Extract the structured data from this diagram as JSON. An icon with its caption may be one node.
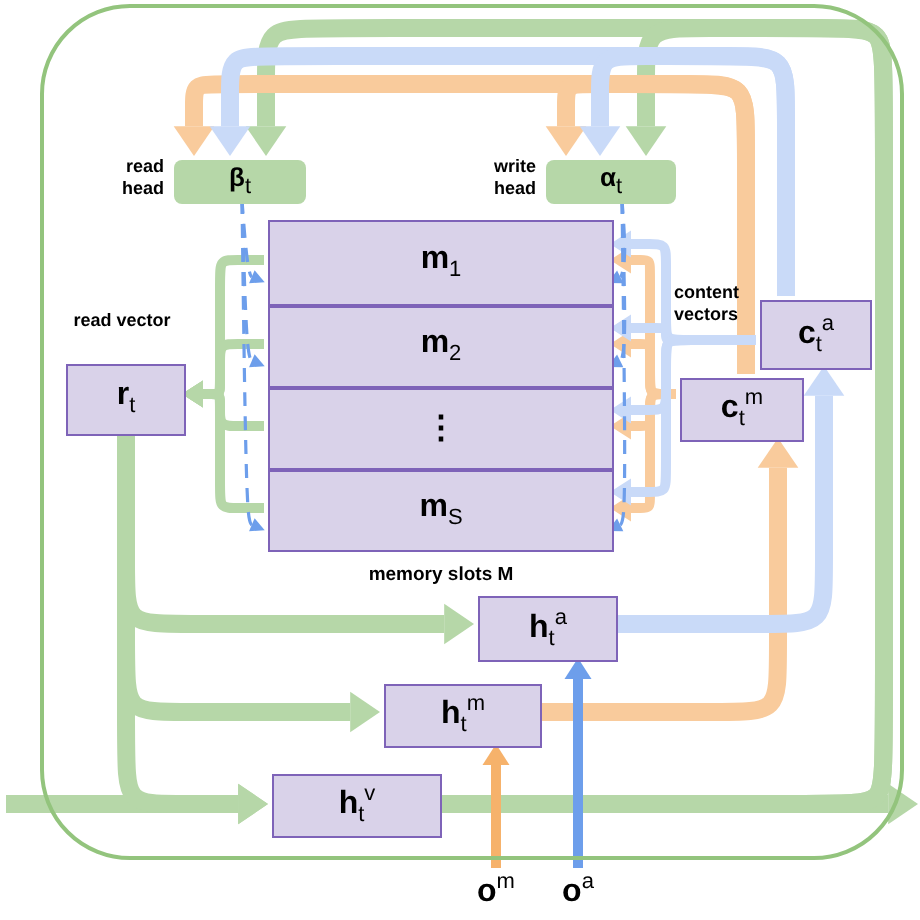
{
  "diagram": {
    "nodes": [
      {
        "text": [],
        "shape": "box"
      },
      {
        "text": [
          "β$_{t}$"
        ],
        "beside": [
          "read head"
        ],
        "in": 0
      },
      {
        "text": [
          "α$_{t}$"
        ],
        "beside": [
          "write head"
        ],
        "in": 0
      },
      {
        "text": [
          "memory slots M"
        ],
        "in": 0
      },
      {
        "text": [
          "m$_{1}$"
        ],
        "in": 3
      },
      {
        "text": [
          "m$_{2}$"
        ],
        "in": 3
      },
      {
        "text": [
          "⋮"
        ],
        "in": 3
      },
      {
        "text": [
          "m$_{S}$"
        ],
        "in": 3
      },
      {
        "text": [
          "r$_{t}$"
        ],
        "beside": [
          "read vector"
        ],
        "in": 0
      },
      {
        "text": [
          "c$_{t}$$^{a}$"
        ],
        "in": 0
      },
      {
        "text": [
          "c$_{t}$$^{m}$"
        ],
        "in": 0
      },
      {
        "text": [
          "h$_{t}$$^{a}$"
        ],
        "in": 0
      },
      {
        "text": [
          "h$_{t}$$^{m}$"
        ],
        "in": 0
      },
      {
        "text": [
          "h$_{t}$$^{v}$"
        ],
        "in": 0
      },
      {
        "text": [
          "o$^{m}$"
        ]
      },
      {
        "text": [
          "o$^{a}$"
        ]
      }
    ],
    "edges": [
      {
        "from": null,
        "to": 13,
        "arrow": "to",
        "style": "thick"
      },
      {
        "from": 13,
        "to": null,
        "arrow": "to",
        "style": "thick"
      },
      {
        "from": 8,
        "to": 11,
        "arrow": "to",
        "style": "thick"
      },
      {
        "from": 8,
        "to": 12,
        "arrow": "to",
        "style": "thick"
      },
      {
        "from": 8,
        "to": 13,
        "arrow": "to",
        "style": "thick"
      },
      {
        "from": 13,
        "to": 1,
        "arrow": "to",
        "style": "thick"
      },
      {
        "from": 13,
        "to": 2,
        "arrow": "to",
        "style": "thick"
      },
      {
        "from": 10,
        "to": 1,
        "arrow": "to",
        "style": "thick",
        "color": "#f9cb9c"
      },
      {
        "from": 10,
        "to": 2,
        "arrow": "to",
        "style": "thick",
        "color": "#f9cb9c"
      },
      {
        "from": 12,
        "to": 10,
        "arrow": "to",
        "style": "thick",
        "color": "#f9cb9c"
      },
      {
        "from": 9,
        "to": 1,
        "arrow": "to",
        "style": "thick",
        "color": "#c9daf8"
      },
      {
        "from": 9,
        "to": 2,
        "arrow": "to",
        "style": "thick",
        "color": "#c9daf8"
      },
      {
        "from": 11,
        "to": 9,
        "arrow": "to",
        "style": "thick",
        "color": "#c9daf8"
      },
      {
        "from": 4,
        "to": 8,
        "arrow": "to"
      },
      {
        "from": 5,
        "to": 8,
        "arrow": "to"
      },
      {
        "from": 6,
        "to": 8,
        "arrow": "to"
      },
      {
        "from": 7,
        "to": 8,
        "arrow": "to"
      },
      {
        "from": 10,
        "to": 4,
        "arrow": "to",
        "color": "#f9cb9c"
      },
      {
        "from": 10,
        "to": 5,
        "arrow": "to",
        "color": "#f9cb9c"
      },
      {
        "from": 10,
        "to": 6,
        "arrow": "to",
        "color": "#f9cb9c"
      },
      {
        "from": 10,
        "to": 7,
        "arrow": "to",
        "color": "#f9cb9c"
      },
      {
        "from": 9,
        "to": 4,
        "arrow": "to",
        "color": "#c9daf8"
      },
      {
        "from": 9,
        "to": 5,
        "arrow": "to",
        "color": "#c9daf8"
      },
      {
        "from": 9,
        "to": 6,
        "arrow": "to",
        "color": "#c9daf8"
      },
      {
        "from": 9,
        "to": 7,
        "arrow": "to",
        "color": "#c9daf8"
      },
      {
        "from": 1,
        "to": 4,
        "arrow": "to",
        "style": "dashed",
        "color": "#6d9eeb"
      },
      {
        "from": 1,
        "to": 5,
        "arrow": "to",
        "style": "dashed",
        "color": "#6d9eeb"
      },
      {
        "from": 1,
        "to": 7,
        "arrow": "to",
        "style": "dashed",
        "color": "#6d9eeb"
      },
      {
        "from": 2,
        "to": 4,
        "arrow": "to",
        "style": "dashed",
        "color": "#6d9eeb"
      },
      {
        "from": 2,
        "to": 5,
        "arrow": "to",
        "style": "dashed",
        "color": "#6d9eeb"
      },
      {
        "from": 2,
        "to": 7,
        "arrow": "to",
        "style": "dashed",
        "color": "#6d9eeb"
      },
      {
        "from": 14,
        "to": 12,
        "arrow": "to",
        "color": "#f6b26b"
      },
      {
        "from": 15,
        "to": 11,
        "arrow": "to",
        "color": "#6d9eeb"
      }
    ],
    "labels": [
      "content vectors"
    ]
  }
}
